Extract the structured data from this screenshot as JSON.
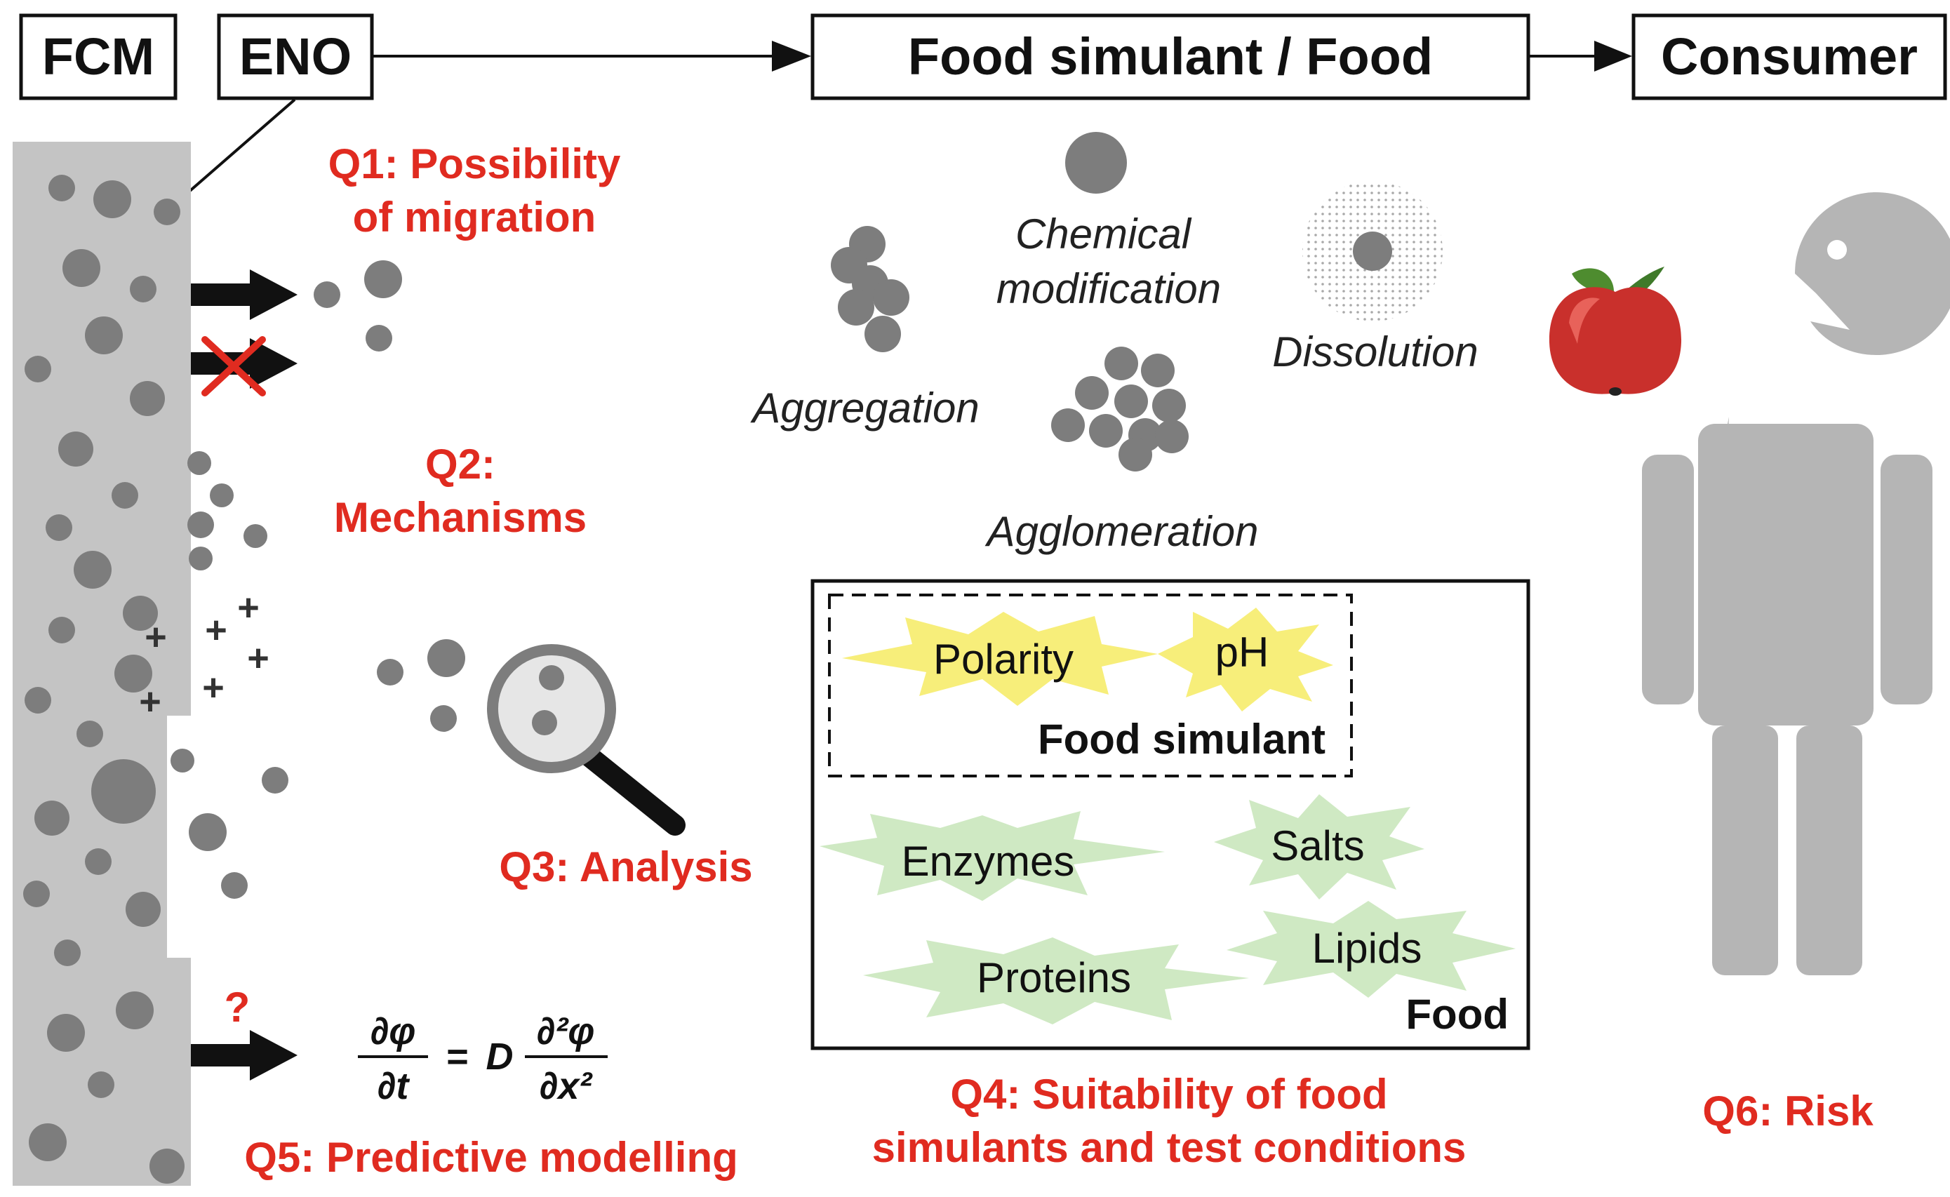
{
  "headers": {
    "fcm": "FCM",
    "eno": "ENO",
    "food": "Food simulant / Food",
    "consumer": "Consumer"
  },
  "questions": {
    "q1_line1": "Q1: Possibility",
    "q1_line2": "of migration",
    "q2_line1": "Q2:",
    "q2_line2": "Mechanisms",
    "q3": "Q3: Analysis",
    "q4_line1": "Q4: Suitability  of food",
    "q4_line2": "simulants and test conditions",
    "q5": "Q5: Predictive modelling",
    "q6": "Q6: Risk",
    "question_mark": "?"
  },
  "transformations": {
    "aggregation": "Aggregation",
    "chemical_line1": "Chemical",
    "chemical_line2": "modification",
    "dissolution": "Dissolution",
    "agglomeration": "Agglomeration"
  },
  "conditions": {
    "simulant_factors": [
      "Polarity",
      "pH"
    ],
    "simulant_label": "Food simulant",
    "food_factors": [
      "Enzymes",
      "Salts",
      "Proteins",
      "Lipids"
    ],
    "food_label": "Food"
  },
  "equation": {
    "lhs_num": "∂φ",
    "lhs_den": "∂t",
    "equals": "=",
    "coef": "D",
    "rhs_num": "∂²φ",
    "rhs_den": "∂x²"
  },
  "colors": {
    "question_red": "#e02b20",
    "particle_gray": "#7d7d7d",
    "material_gray": "#c4c4c4",
    "person_gray": "#b5b5b5",
    "simulant_burst": "#f7ee7a",
    "food_burst": "#cfe9c3"
  }
}
